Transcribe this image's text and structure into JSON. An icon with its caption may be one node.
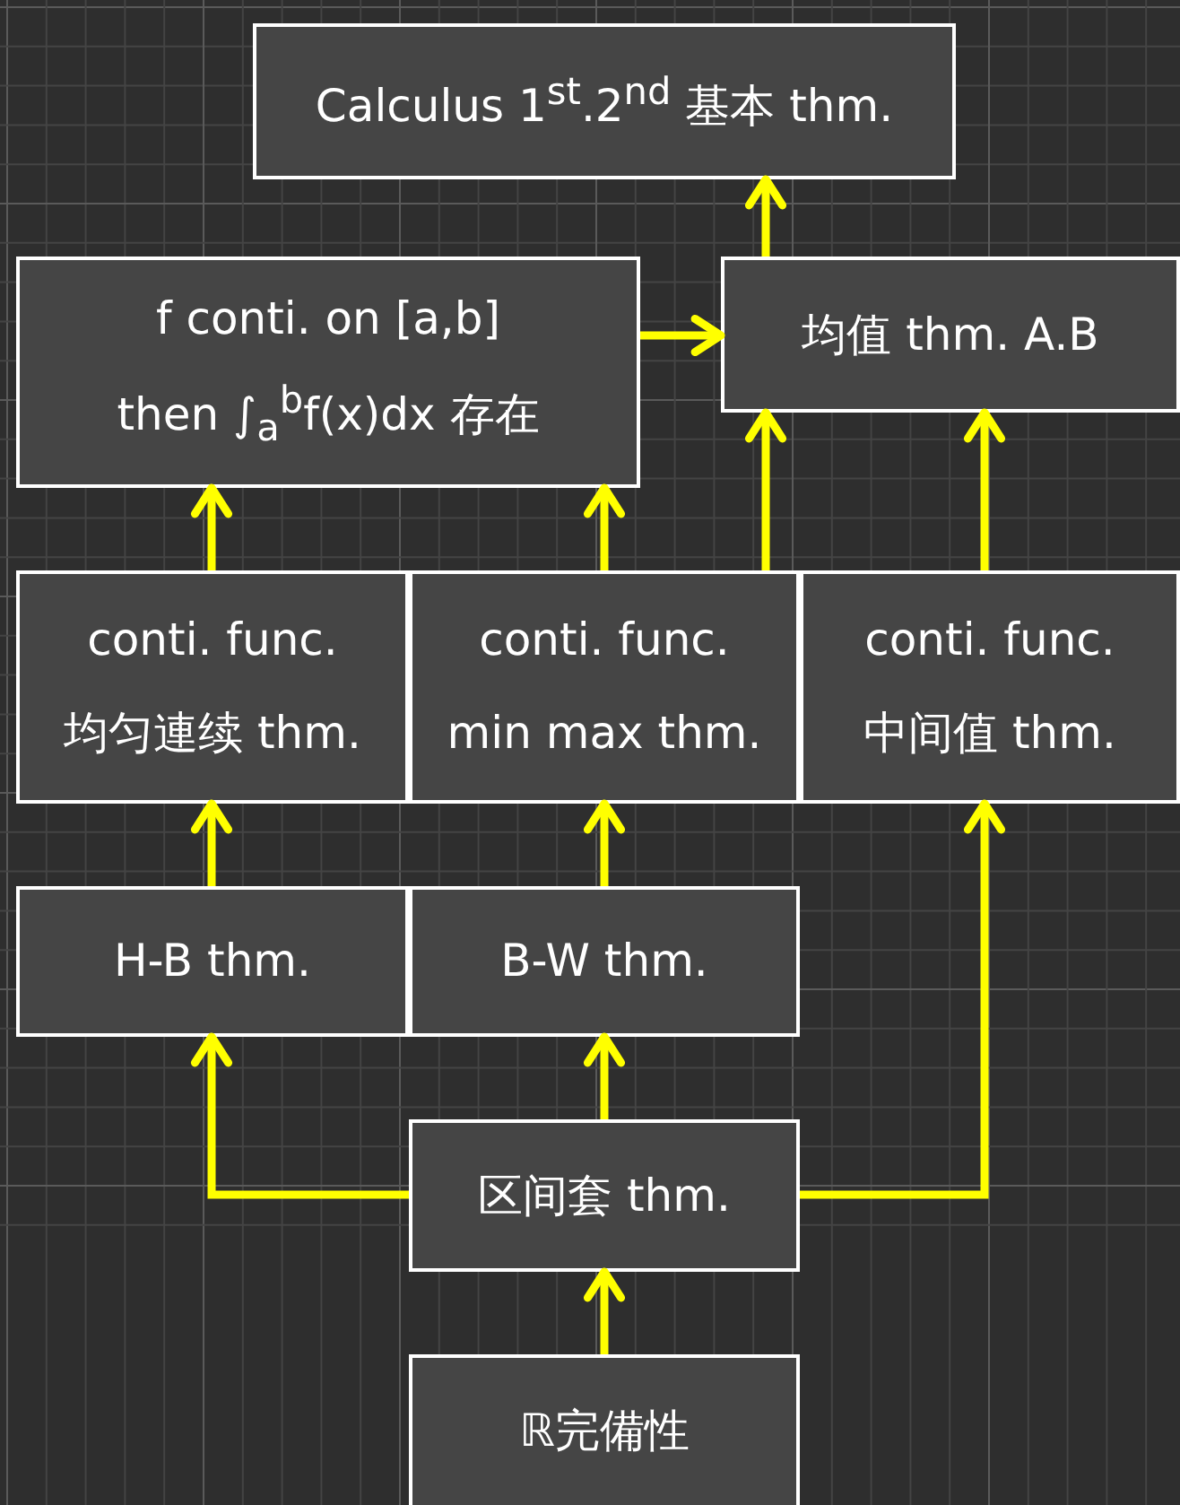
{
  "diagram": {
    "nodes": [
      {
        "text": [
          "Calculus 1$^{st}$.2$^{nd}$ 基本 thm."
        ]
      },
      {
        "text": [
          "f conti. on [a,b]",
          "then ∫$_{a}$$^{b}$f(x)dx 存在"
        ]
      },
      {
        "text": [
          "均值 thm. A.B"
        ]
      },
      {
        "text": [
          "conti. func.",
          "均匀連续 thm."
        ]
      },
      {
        "text": [
          "conti. func.",
          "min max thm."
        ]
      },
      {
        "text": [
          "conti. func.",
          "中间值 thm."
        ]
      },
      {
        "text": [
          "H-B thm."
        ]
      },
      {
        "text": [
          "B-W thm."
        ]
      },
      {
        "text": [
          "区间套 thm."
        ]
      },
      {
        "text": [
          "ℝ完備性"
        ]
      }
    ],
    "edges": [
      {
        "from": 1,
        "to": 2,
        "arrow": "to"
      },
      {
        "from": 2,
        "to": 0,
        "arrow": "to"
      },
      {
        "from": 3,
        "to": 1,
        "arrow": "to"
      },
      {
        "from": 4,
        "to": 1,
        "arrow": "to"
      },
      {
        "from": 4,
        "to": 2,
        "arrow": "to"
      },
      {
        "from": 5,
        "to": 2,
        "arrow": "to"
      },
      {
        "from": 6,
        "to": 3,
        "arrow": "to"
      },
      {
        "from": 7,
        "to": 4,
        "arrow": "to"
      },
      {
        "from": 8,
        "to": 6,
        "arrow": "to"
      },
      {
        "from": 8,
        "to": 7,
        "arrow": "to"
      },
      {
        "from": 8,
        "to": 5,
        "arrow": "to"
      },
      {
        "from": 9,
        "to": 8,
        "arrow": "to"
      }
    ]
  }
}
